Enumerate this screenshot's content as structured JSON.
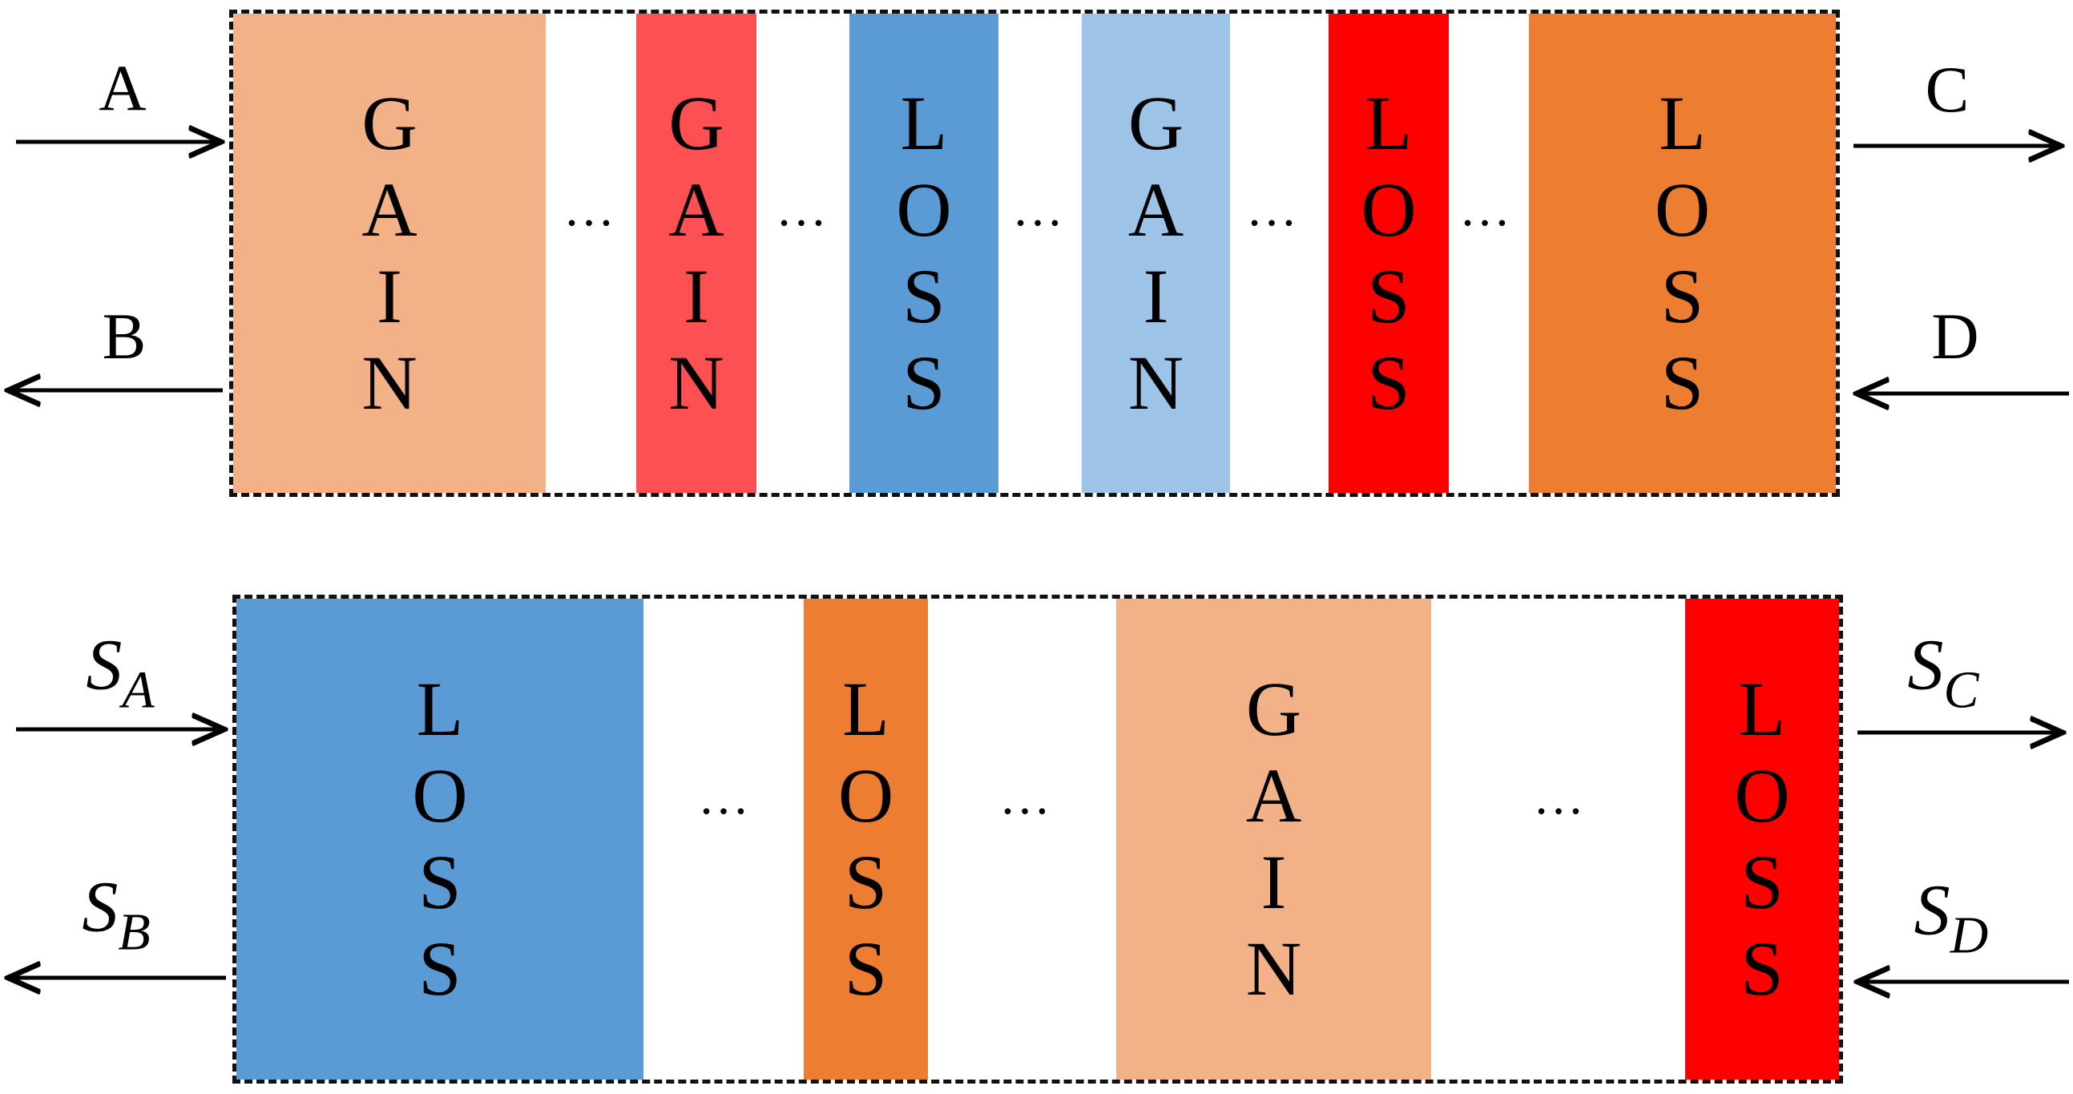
{
  "colors": {
    "light_orange": "#F3B187",
    "salmon_red": "#FD5052",
    "blue": "#5B9BD5",
    "light_blue": "#9DC3E6",
    "red": "#FF0000",
    "orange": "#ED7D31",
    "border": "#111111",
    "arrow": "#000000"
  },
  "top_panel": {
    "ellipsis": "…",
    "layers": [
      {
        "label": "GAIN",
        "color": "light_orange"
      },
      {
        "label": "GAIN",
        "color": "salmon_red"
      },
      {
        "label": "LOSS",
        "color": "blue"
      },
      {
        "label": "GAIN",
        "color": "light_blue"
      },
      {
        "label": "LOSS",
        "color": "red"
      },
      {
        "label": "LOSS",
        "color": "orange"
      }
    ],
    "ports": {
      "in_left": "A",
      "out_left": "B",
      "out_right": "C",
      "in_right": "D"
    }
  },
  "bottom_panel": {
    "ellipsis": "…",
    "layers": [
      {
        "label": "LOSS",
        "color": "blue"
      },
      {
        "label": "LOSS",
        "color": "orange"
      },
      {
        "label": "GAIN",
        "color": "light_orange"
      },
      {
        "label": "LOSS",
        "color": "red"
      }
    ],
    "ports": {
      "in_left": {
        "symbol": "S",
        "subscript": "A"
      },
      "out_left": {
        "symbol": "S",
        "subscript": "B"
      },
      "out_right": {
        "symbol": "S",
        "subscript": "C"
      },
      "in_right": {
        "symbol": "S",
        "subscript": "D"
      }
    }
  }
}
